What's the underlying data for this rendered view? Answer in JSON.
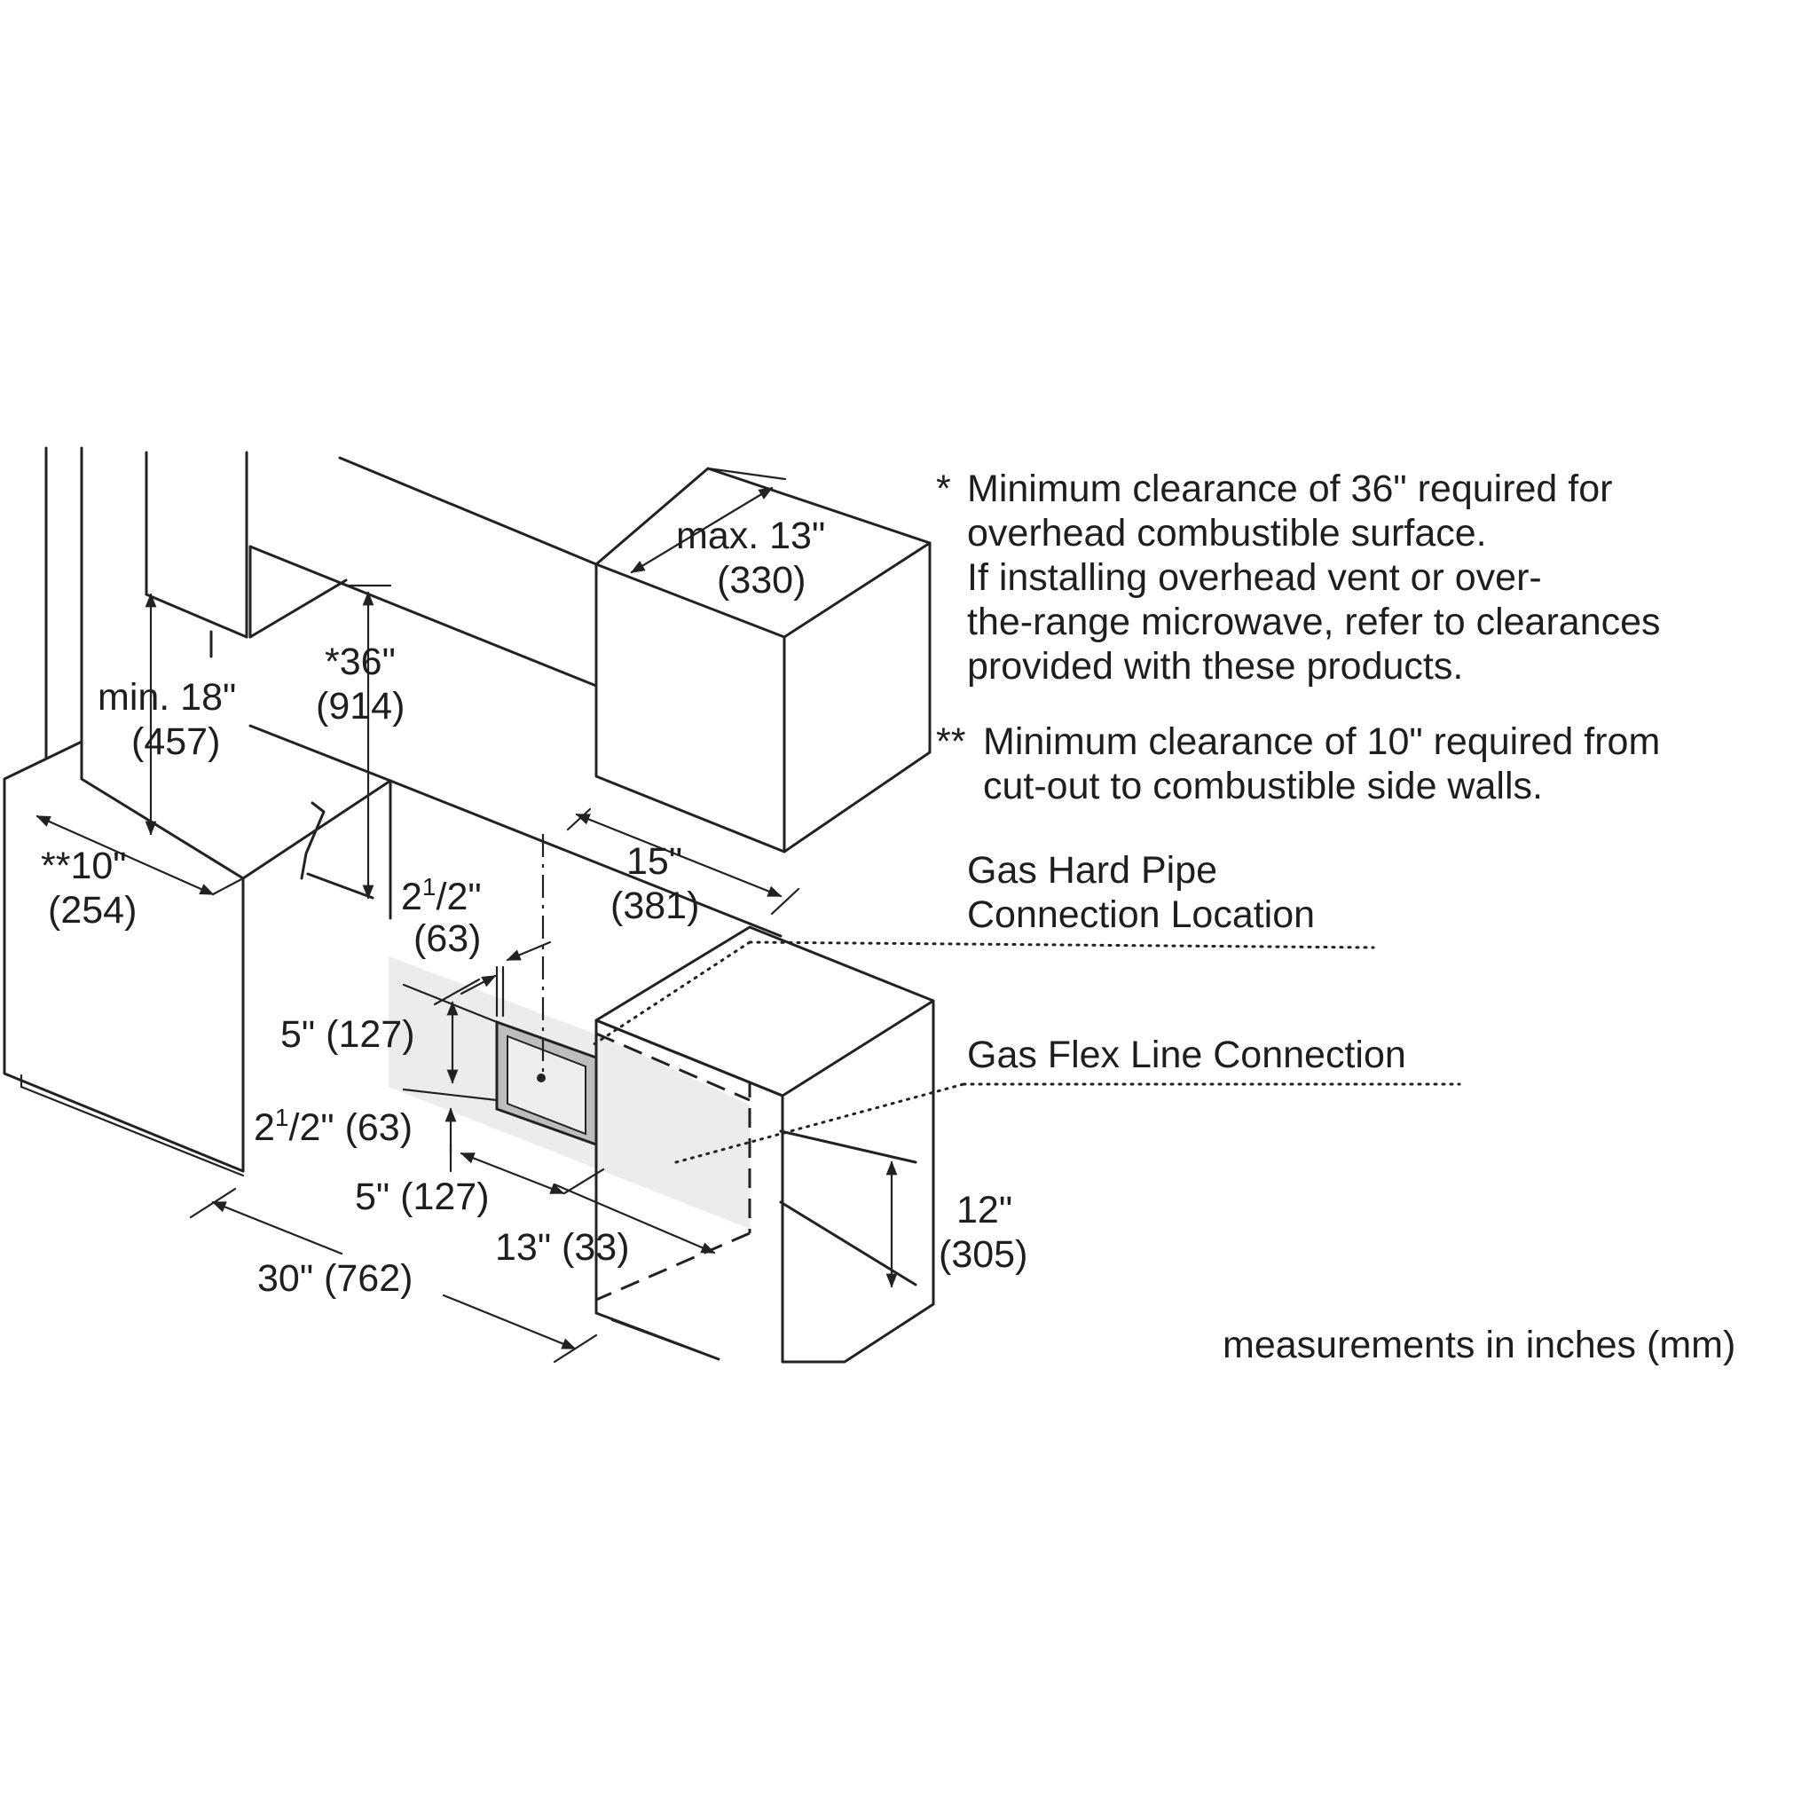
{
  "dimensions": {
    "max_13": "max. 13\"",
    "max_13_mm": "(330)",
    "clear_36": "*36\"",
    "clear_36_mm": "(914)",
    "min_18": "min. 18\"",
    "min_18_mm": "(457)",
    "side_10": "**10\"",
    "side_10_mm": "(254)",
    "d15": "15\"",
    "d15_mm": "(381)",
    "d2half_top_whole": "2",
    "d2half_top_num": "1",
    "d2half_top_den": "/2\"",
    "d2half_top_mm": "(63)",
    "d5_vert": "5\" (127)",
    "d2half_bot_whole": "2",
    "d2half_bot_num": "1",
    "d2half_bot_den": "/2\" (63)",
    "d5_horiz": "5\" (127)",
    "d13_33": "13\" (33)",
    "d30": "30\" (762)",
    "d12": "12\"",
    "d12_mm": "(305)"
  },
  "labels": {
    "gas_hard_pipe_1": "Gas Hard Pipe",
    "gas_hard_pipe_2": "Connection Location",
    "gas_flex": "Gas Flex Line Connection"
  },
  "notes": {
    "star_marker": "*",
    "star_lines": [
      "Minimum clearance of 36\" required for",
      "overhead combustible surface.",
      "If installing overhead vent or over-",
      "the-range microwave, refer to clearances",
      "provided with these products."
    ],
    "double_star_marker": "**",
    "double_star_lines": [
      "Minimum clearance of 10\" required from",
      "cut-out to combustible side walls."
    ],
    "units": "measurements in inches (mm)"
  }
}
